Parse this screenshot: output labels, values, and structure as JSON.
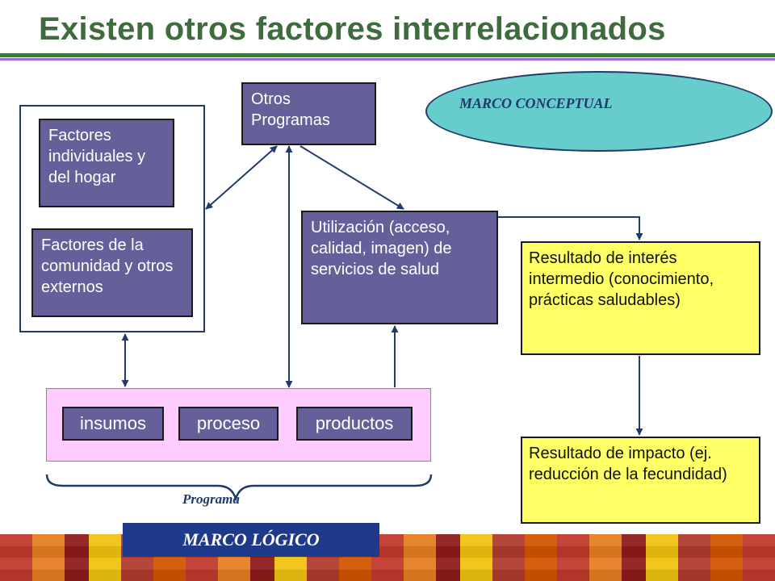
{
  "slide": {
    "title": "Existen otros factores interrelacionados"
  },
  "nodes": {
    "otros_programas": "Otros Programas",
    "factores_individuales": "Factores individuales y del hogar",
    "factores_comunidad": "Factores de la comunidad y otros externos",
    "utilizacion": "Utilización (acceso, calidad, imagen) de servicios de salud",
    "resultado_intermedio": "Resultado de interés intermedio (conocimiento, prácticas saludables)",
    "resultado_impacto": "Resultado de impacto (ej. reducción de la fecundidad)"
  },
  "program": {
    "insumos": "insumos",
    "proceso": "proceso",
    "productos": "productos",
    "label": "Programa"
  },
  "labels": {
    "marco_conceptual": "MARCO CONCEPTUAL",
    "marco_logico": "MARCO LÓGICO"
  },
  "colors": {
    "title": "#3f6b3f",
    "box_purple": "#65609a",
    "box_yellow": "#ffff66",
    "program_bg": "#ffccff",
    "ellipse": "#66cccc",
    "arrow": "#1f3a6b",
    "logic_bar": "#1f3a8a"
  }
}
